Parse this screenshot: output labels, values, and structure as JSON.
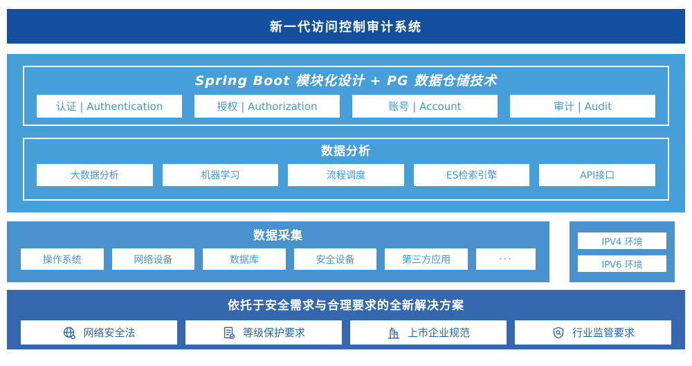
{
  "banner": {
    "title": "新一代访问控制审计系统"
  },
  "platform": {
    "modules_title": "Spring Boot 模块化设计 + PG 数据仓储技术",
    "modules": [
      "认证 | Authentication",
      "授权 | Authorization",
      "账号 | Account",
      "审计 | Audit"
    ],
    "analysis_title": "数据分析",
    "analysis_items": [
      "大数据分析",
      "机器学习",
      "流程调度",
      "ES检索引擎",
      "API接口"
    ]
  },
  "collection": {
    "title": "数据采集",
    "items": [
      "操作系统",
      "网络设备",
      "数据库",
      "安全设备",
      "第三方应用",
      "···"
    ],
    "environments": [
      "IPV4 环境",
      "IPV6 环境"
    ]
  },
  "solution": {
    "title": "依托于安全需求与合理要求的全新解决方案",
    "items": [
      {
        "icon": "globe-icon",
        "label": "网络安全法"
      },
      {
        "icon": "document-check-icon",
        "label": "等级保护要求"
      },
      {
        "icon": "building-icon",
        "label": "上市企业规范"
      },
      {
        "icon": "shield-search-icon",
        "label": "行业监管要求"
      }
    ]
  },
  "colors": {
    "banner_bg": "#15509E",
    "platform_bg": "#469FD8",
    "collection_bg": "#4A92CE",
    "solution_bg": "#3467AE",
    "box_text_light_blue": "#4497D3",
    "solution_text_blue": "#2F63A9"
  }
}
